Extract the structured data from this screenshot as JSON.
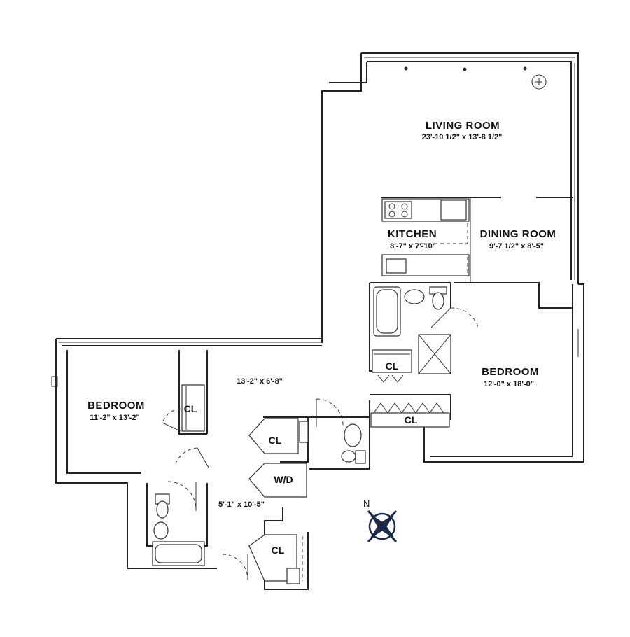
{
  "rooms": {
    "living_room": {
      "name": "LIVING ROOM",
      "dims": "23'-10 1/2\" x 13'-8 1/2\""
    },
    "kitchen": {
      "name": "KITCHEN",
      "dims": "8'-7\" x 7'-10\""
    },
    "dining_room": {
      "name": "DINING ROOM",
      "dims": "9'-7 1/2\" x 8'-5\""
    },
    "bedroom_right": {
      "name": "BEDROOM",
      "dims": "12'-0\" x 18'-0\""
    },
    "bedroom_left": {
      "name": "BEDROOM",
      "dims": "11'-2\" x 13'-2\""
    },
    "foyer": {
      "dims": "13'-2\" x 6'-8\""
    },
    "hall": {
      "dims": "5'-1\" x 10'-5\""
    }
  },
  "closets": {
    "cl_kitchen_bath": "CL",
    "cl_right_bedroom": "CL",
    "cl_left_bedroom": "CL",
    "cl_foyer": "CL",
    "wd": "W/D",
    "cl_entry": "CL"
  },
  "compass": {
    "north_label": "N"
  }
}
